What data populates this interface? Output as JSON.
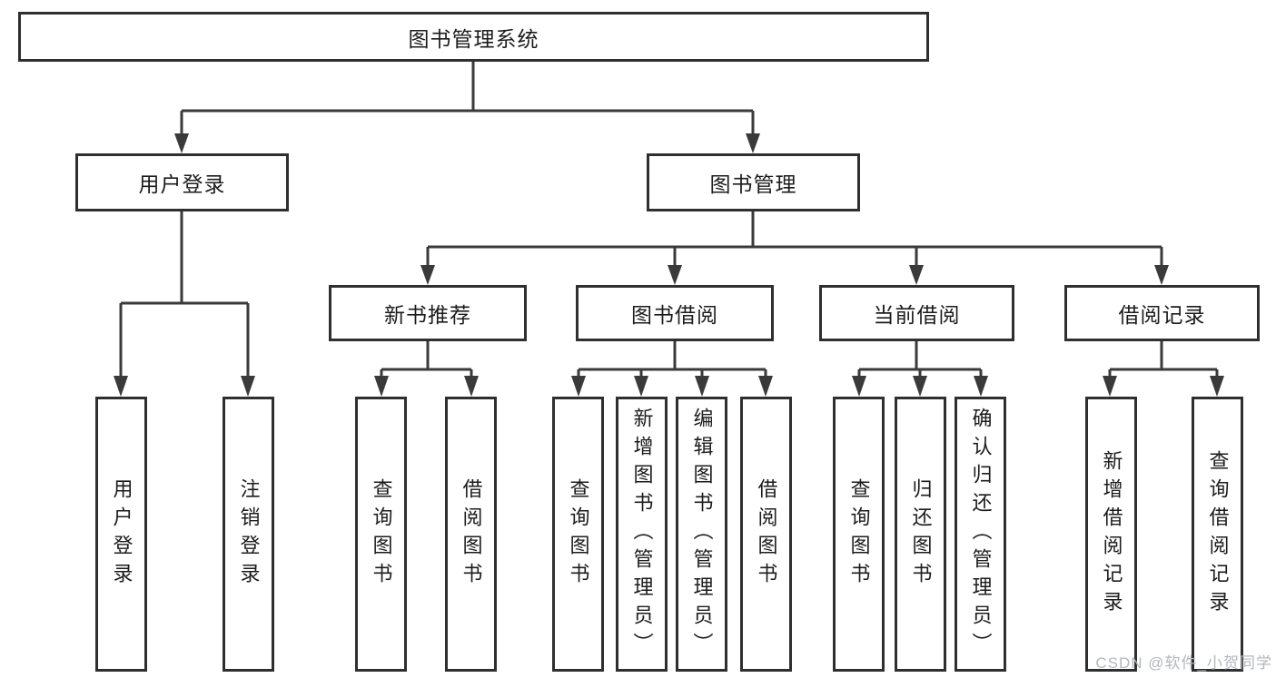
{
  "diagram": {
    "type": "hierarchy-tree",
    "watermark": "CSDN @软件_小贺同学",
    "colors": {
      "line": "#3a3a3a",
      "box_border": "#2f2f2f",
      "box_background": "#ffffff",
      "text": "#1c1c1c",
      "watermark": "#b3b7bb"
    },
    "nodes": {
      "root": {
        "label": "图书管理系统"
      },
      "level2": {
        "user_login": {
          "label": "用户登录"
        },
        "book_management": {
          "label": "图书管理"
        }
      },
      "level3": {
        "new_book_recommend": {
          "label": "新书推荐"
        },
        "book_borrowing": {
          "label": "图书借阅"
        },
        "current_borrowing": {
          "label": "当前借阅"
        },
        "borrowing_records": {
          "label": "借阅记录"
        }
      },
      "leaves": [
        {
          "label": "用户登录",
          "parent": "用户登录"
        },
        {
          "label": "注销登录",
          "parent": "用户登录"
        },
        {
          "label": "查询图书",
          "parent": "新书推荐"
        },
        {
          "label": "借阅图书",
          "parent": "新书推荐"
        },
        {
          "label": "查询图书",
          "parent": "图书借阅"
        },
        {
          "label": "新增图书（管理员）",
          "parent": "图书借阅"
        },
        {
          "label": "编辑图书（管理员）",
          "parent": "图书借阅"
        },
        {
          "label": "借阅图书",
          "parent": "图书借阅"
        },
        {
          "label": "查询图书",
          "parent": "当前借阅"
        },
        {
          "label": "归还图书",
          "parent": "当前借阅"
        },
        {
          "label": "确认归还（管理员）",
          "parent": "当前借阅"
        },
        {
          "label": "新增借阅记录",
          "parent": "借阅记录"
        },
        {
          "label": "查询借阅记录",
          "parent": "借阅记录"
        }
      ]
    }
  }
}
